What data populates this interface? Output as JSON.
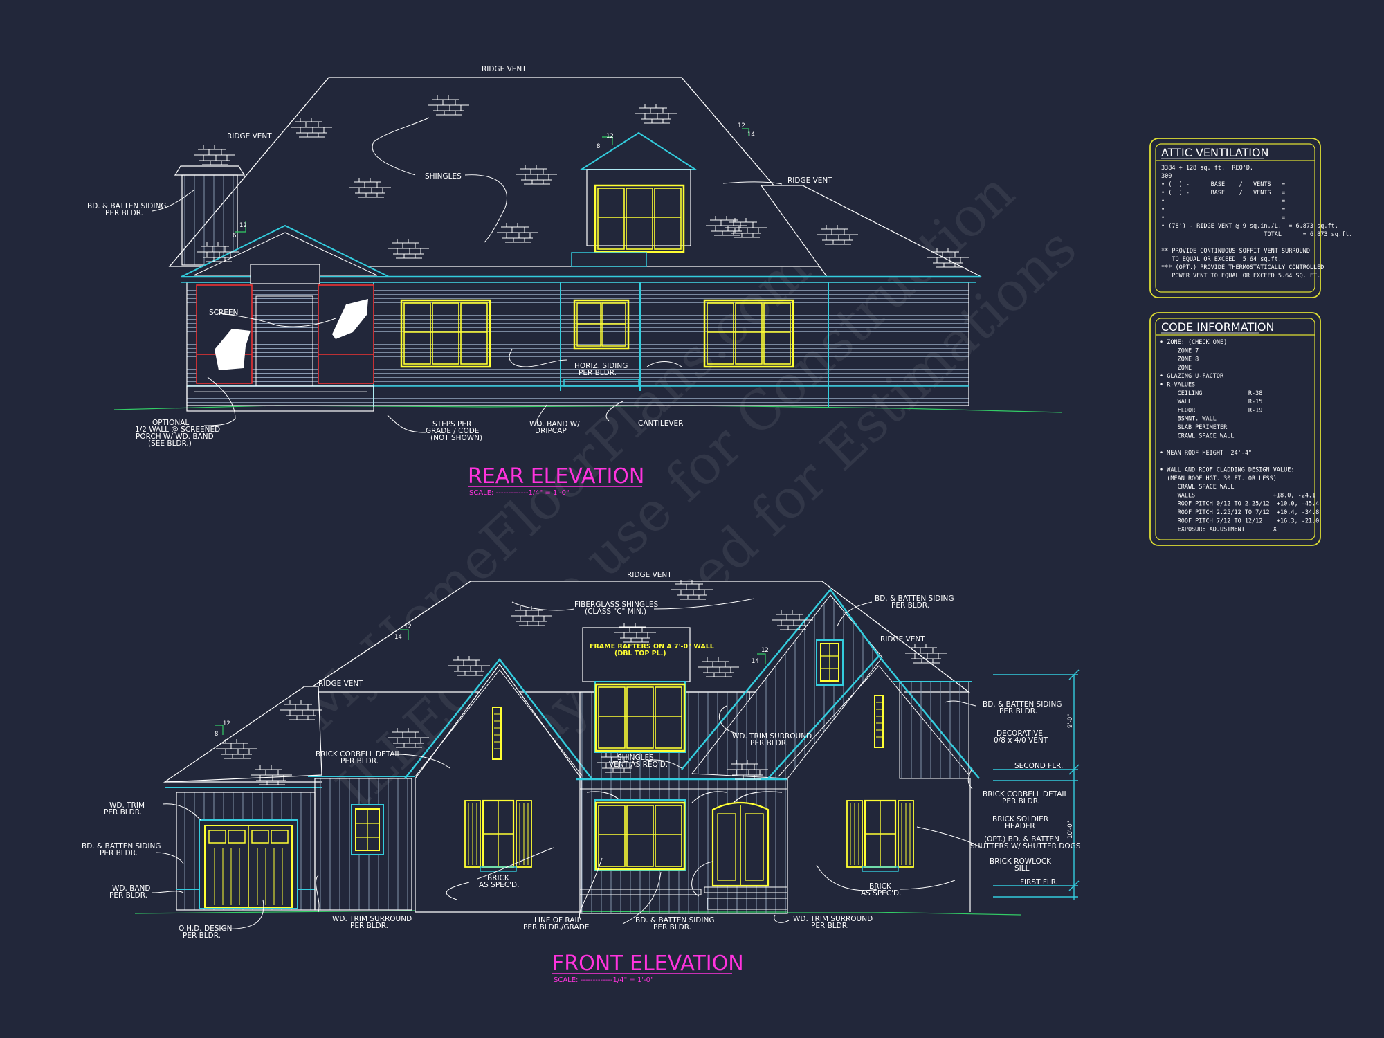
{
  "rear": {
    "title": "REAR ELEVATION",
    "scale": "SCALE: -------------1/4\" = 1'-0\"",
    "labels": {
      "ridge_vent_top": "RIDGE VENT",
      "ridge_vent_left": "RIDGE VENT",
      "ridge_vent_right": "RIDGE VENT",
      "bd_batten_1": "BD. & BATTEN SIDING",
      "bd_batten_2": "PER BLDR.",
      "shingles": "SHINGLES",
      "screen": "SCREEN",
      "horiz_1": "HORIZ. SIDING",
      "horiz_2": "PER BLDR.",
      "optional_1": "OPTIONAL",
      "optional_2": "1/2 WALL @ SCREENED",
      "optional_3": "PORCH W/ WD. BAND",
      "optional_4": "(SEE BLDR.)",
      "steps_1": "STEPS PER",
      "steps_2": "GRADE / CODE",
      "steps_3": "(NOT SHOWN)",
      "wdband_1": "WD. BAND W/",
      "wdband_2": "DRIPCAP",
      "cantilever": "CANTILEVER",
      "pitch_12a": "12",
      "pitch_14a": "14",
      "pitch_8": "8",
      "pitch_12b": "12",
      "pitch_6": "6",
      "pitch_12c": "12"
    }
  },
  "front": {
    "title": "FRONT ELEVATION",
    "scale": "SCALE: -------------1/4\" = 1'-0\"",
    "labels": {
      "ridge_vent_top": "RIDGE VENT",
      "ridge_vent_left": "RIDGE VENT",
      "ridge_vent_right": "RIDGE VENT",
      "fiberglass_1": "FIBERGLASS SHINGLES",
      "fiberglass_2": "(CLASS \"C\" MIN.)",
      "frame_1": "FRAME RAFTERS ON A 7'-0\" WALL",
      "frame_2": "(DBL TOP PL.)",
      "bd_batten_tr_1": "BD. & BATTEN SIDING",
      "bd_batten_tr_2": "PER BLDR.",
      "bd_batten_r_1": "BD. & BATTEN SIDING",
      "bd_batten_r_2": "PER BLDR.",
      "decorative_1": "DECORATIVE",
      "decorative_2": "0/8 x 4/0 VENT",
      "second_flr": "SECOND FLR.",
      "first_flr": "FIRST FLR.",
      "dim_upper": "9'-0\"",
      "dim_lower": "10'-0\"",
      "brick_corbell_r_1": "BRICK CORBELL DETAIL",
      "brick_corbell_r_2": "PER BLDR.",
      "brick_soldier_1": "BRICK SOLDIER",
      "brick_soldier_2": "HEADER",
      "shutters_1": "(OPT.) BD. & BATTEN",
      "shutters_2": "SHUTTERS W/ SHUTTER DOGS",
      "rowlock_1": "BRICK ROWLOCK",
      "rowlock_2": "SILL",
      "brick_r_1": "BRICK",
      "brick_r_2": "AS SPEC'D.",
      "brick_c_1": "BRICK",
      "brick_c_2": "AS SPEC'D.",
      "wd_trim_1": "WD. TRIM",
      "wd_trim_2": "PER BLDR.",
      "bd_batten_l_1": "BD. & BATTEN SIDING",
      "bd_batten_l_2": "PER BLDR.",
      "wd_band_1": "WD. BAND",
      "wd_band_2": "PER BLDR.",
      "ohd_1": "O.H.D. DESIGN",
      "ohd_2": "PER BLDR.",
      "trim_surround_l_1": "WD. TRIM SURROUND",
      "trim_surround_l_2": "PER BLDR.",
      "line_rail_1": "LINE OF RAIL",
      "line_rail_2": "PER BLDR./GRADE",
      "bd_batten_b_1": "BD. & BATTEN SIDING",
      "bd_batten_b_2": "PER BLDR.",
      "trim_surround_b_1": "WD. TRIM SURROUND",
      "trim_surround_b_2": "PER BLDR.",
      "brick_corbell_l_1": "BRICK CORBELL DETAIL",
      "brick_corbell_l_2": "PER BLDR.",
      "shingles_vent_1": "SHINGLES",
      "shingles_vent_2": "VENT AS REQ'D.",
      "trim_surround_m_1": "WD. TRIM SURROUND",
      "trim_surround_m_2": "PER BLDR.",
      "pitch_14a": "14",
      "pitch_12a": "12",
      "pitch_14b": "14",
      "pitch_12b": "12",
      "pitch_8": "8",
      "pitch_12c": "12"
    }
  },
  "attic_ventilation": {
    "title": "ATTIC VENTILATION",
    "lines": [
      "3384 ÷ 128 sq. ft.  REQ'D.",
      "300",
      "• (  ) -      BASE    /   VENTS   =",
      "• (  ) -      BASE    /   VENTS   =",
      "•                                 =",
      "•                                 =",
      "•                                 =",
      "• (78') - RIDGE VENT @ 9 sq.in./L.  = 6.873 sq.ft.",
      "                             TOTAL      = 6.873 sq.ft.",
      "",
      "** PROVIDE CONTINUOUS SOFFIT VENT SURROUND",
      "   TO EQUAL OR EXCEED  5.64 sq.ft.",
      "*** (OPT.) PROVIDE THERMOSTATICALLY CONTROLLED",
      "   POWER VENT TO EQUAL OR EXCEED 5.64 SQ. FT."
    ]
  },
  "code_information": {
    "title": "CODE INFORMATION",
    "lines": [
      "• ZONE: (CHECK ONE)",
      "     ZONE 7",
      "     ZONE 8",
      "     ZONE",
      "• GLAZING U-FACTOR",
      "• R-VALUES",
      "     CEILING             R-38",
      "     WALL                R-15",
      "     FLOOR               R-19",
      "     BSMNT. WALL",
      "     SLAB PERIMETER",
      "     CRAWL SPACE WALL",
      "",
      "• MEAN ROOF HEIGHT  24'-4\"",
      "",
      "• WALL AND ROOF CLADDING DESIGN VALUE:",
      "  (MEAN ROOF HGT. 30 FT. OR LESS)",
      "     CRAWL SPACE WALL",
      "     WALLS                      +18.0, -24.1",
      "     ROOF PITCH 0/12 TO 2.25/12  +10.0, -45.4",
      "     ROOF PITCH 2.25/12 TO 7/12  +10.4, -34.8",
      "     ROOF PITCH 7/12 TO 12/12    +16.3, -21.0",
      "     EXPOSURE ADJUSTMENT        X"
    ]
  },
  "watermark": {
    "line1": "©MyHomeFloorPlans.com",
    "line2": "ILLEGAL to use for Construction",
    "line3": "May be used for Estimations"
  }
}
